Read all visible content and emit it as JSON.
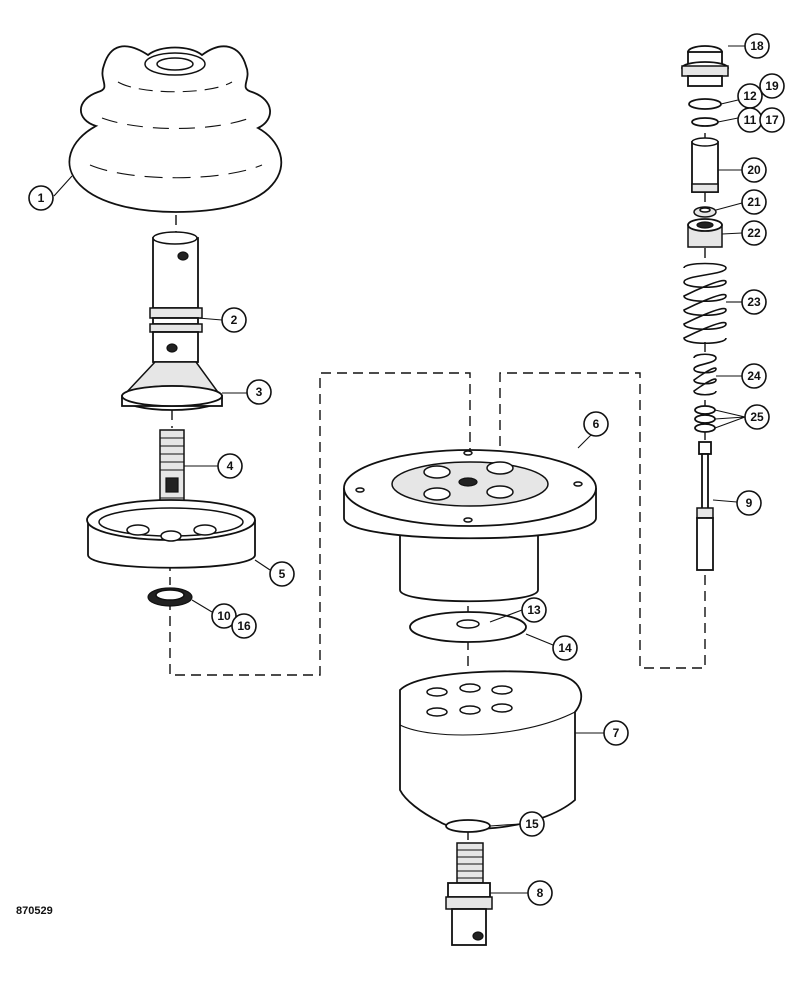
{
  "drawing_number": "870529",
  "callouts": {
    "c1": "1",
    "c2": "2",
    "c3": "3",
    "c4": "4",
    "c5": "5",
    "c6": "6",
    "c7": "7",
    "c8": "8",
    "c9": "9",
    "c10": "10",
    "c16": "16",
    "c11": "11",
    "c17": "17",
    "c12": "12",
    "c19": "19",
    "c13": "13",
    "c14": "14",
    "c15": "15",
    "c18": "18",
    "c20": "20",
    "c21": "21",
    "c22": "22",
    "c23": "23",
    "c24": "24",
    "c25": "25"
  }
}
